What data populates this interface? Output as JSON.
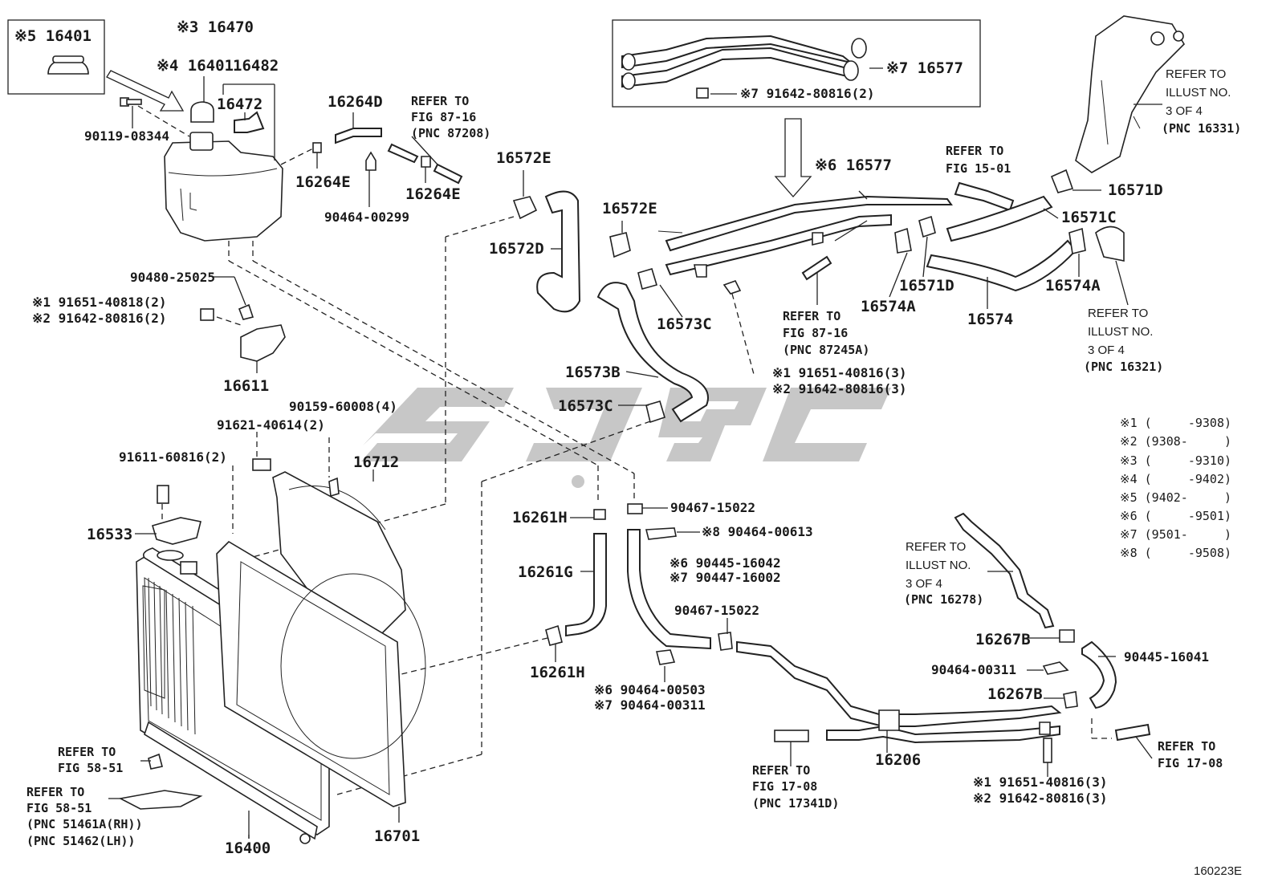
{
  "diagram": {
    "illustration_id": "160223E",
    "watermark": "SJGC",
    "labels": {
      "l16401_top": "※5 16401",
      "l16470": "※3 16470",
      "l16401": "※4 16401",
      "l16482": "16482",
      "l16472": "16472",
      "l90119": "90119-08344",
      "l16264D": "16264D",
      "l16264E_a": "16264E",
      "l16264E_b": "16264E",
      "l90464_00299": "90464-00299",
      "l16572E_a": "16572E",
      "l16572D": "16572D",
      "l16572E_b": "16572E",
      "l16573C_a": "16573C",
      "l16573B": "16573B",
      "l16573C_b": "16573C",
      "l16577_box": "※7 16577",
      "l91642_box": "※7 91642-80816(2)",
      "l16577": "※6 16577",
      "l16571D_a": "16571D",
      "l16571C": "16571C",
      "l16571D_b": "16571D",
      "l16574A_a": "16574A",
      "l16574A_b": "16574A",
      "l16574": "16574",
      "l90480": "90480-25025",
      "l91651_a": "※1 91651-40818(2)",
      "l91642_a": "※2 91642-80816(2)",
      "l16611": "16611",
      "l91651_b": "※1 91651-40816(3)",
      "l91642_b": "※2 91642-80816(3)",
      "l90159": "90159-60008(4)",
      "l91621": "91621-40614(2)",
      "l91611": "91611-60816(2)",
      "l16712": "16712",
      "l16533": "16533",
      "l16261H_a": "16261H",
      "l16261G": "16261G",
      "l16261H_b": "16261H",
      "l90467_a": "90467-15022",
      "l90464_00613": "※8 90464-00613",
      "l90445_16042": "※6 90445-16042",
      "l90447": "※7 90447-16002",
      "l90467_b": "90467-15022",
      "l90464_00503": "※6 90464-00503",
      "l90464_00311_a": "※7 90464-00311",
      "l16267B_a": "16267B",
      "l90445_16041": "90445-16041",
      "l90464_00311_b": "90464-00311",
      "l16267B_b": "16267B",
      "l16206": "16206",
      "l91651_c": "※1 91651-40816(3)",
      "l91642_c": "※2 91642-80816(3)",
      "l16400": "16400",
      "l16701": "16701"
    },
    "refs": {
      "r1": [
        "REFER TO",
        "FIG 87-16",
        "(PNC 87208)"
      ],
      "r2": [
        "REFER TO",
        "FIG 15-01"
      ],
      "r3": [
        "REFER TO",
        "ILLUST NO.",
        "3 OF 4",
        "(PNC 16331)"
      ],
      "r4": [
        "REFER TO",
        "FIG 87-16",
        "(PNC 87245A)"
      ],
      "r5": [
        "REFER TO",
        "ILLUST NO.",
        "3 OF 4",
        "(PNC 16321)"
      ],
      "r6": [
        "REFER TO",
        "ILLUST NO.",
        "3 OF 4",
        "(PNC 16278)"
      ],
      "r7": [
        "REFER TO",
        "FIG 17-08"
      ],
      "r8": [
        "REFER TO",
        "FIG 17-08",
        "(PNC 17341D)"
      ],
      "r9": [
        "REFER TO",
        "FIG 58-51"
      ],
      "r10": [
        "REFER TO",
        "FIG 58-51",
        "(PNC 51461A(RH))",
        "(PNC 51462(LH))"
      ]
    },
    "notes": [
      "※1 (     -9308)",
      "※2 (9308-     )",
      "※3 (     -9310)",
      "※4 (     -9402)",
      "※5 (9402-     )",
      "※6 (     -9501)",
      "※7 (9501-     )",
      "※8 (     -9508)"
    ]
  }
}
